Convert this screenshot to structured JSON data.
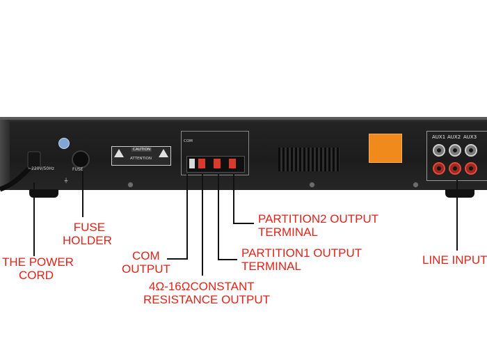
{
  "panel_labels": {
    "voltage": "~220V/50Hz",
    "fuse": "FUSE",
    "caution": "CAUTION",
    "attention": "ATTENTION",
    "com": "COM",
    "aux1": "AUX1",
    "aux2": "AUX2",
    "aux3": "AUX3"
  },
  "callouts": {
    "fuse_holder": [
      "FUSE",
      "HOLDER"
    ],
    "power_cord": [
      "THE POWER",
      "CORD"
    ],
    "com_output": [
      "COM",
      "OUTPUT"
    ],
    "constant_resistance": [
      "4Ω-16ΩCONSTANT",
      "RESISTANCE OUTPUT"
    ],
    "partition1": [
      "PARTITION1 OUTPUT",
      "TERMINAL"
    ],
    "partition2": [
      "PARTITION2 OUTPUT",
      "TERMINAL"
    ],
    "line_input": "LINE INPUT"
  },
  "colors": {
    "callout": "#e2231a",
    "chassis": "#262626",
    "label_plate": "#f08a1c"
  }
}
